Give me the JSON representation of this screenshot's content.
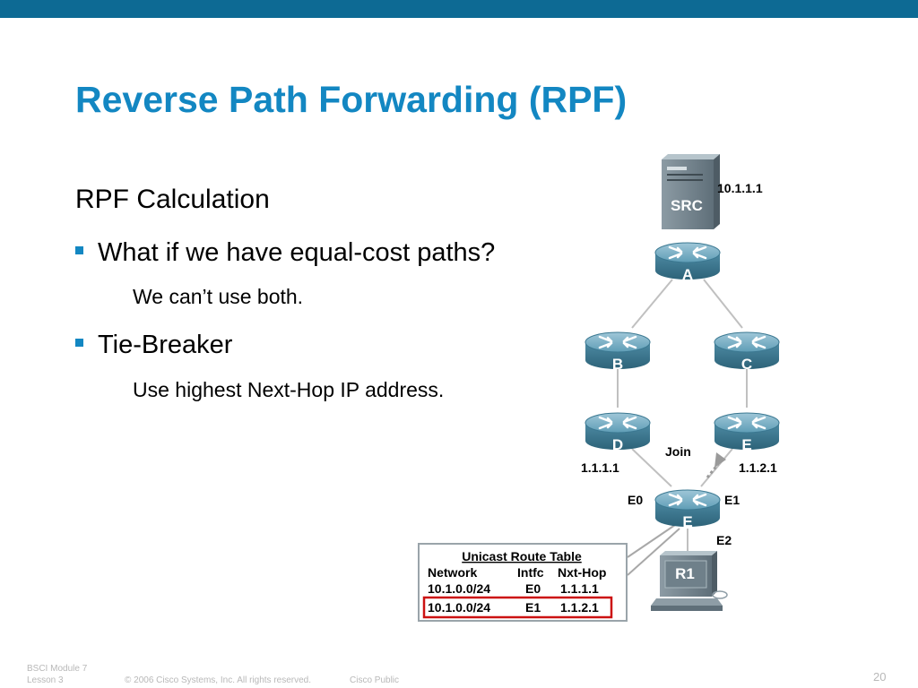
{
  "slide": {
    "title": "Reverse Path Forwarding (RPF)",
    "subheading": "RPF Calculation",
    "bullets": [
      {
        "text": "What if we have equal-cost paths?",
        "sub": "We can’t use both."
      },
      {
        "text": "Tie-Breaker",
        "sub": "Use highest Next-Hop IP address."
      }
    ]
  },
  "diagram": {
    "server": {
      "label": "SRC",
      "ip": "10.1.1.1"
    },
    "routers": {
      "a": "A",
      "b": "B",
      "c": "C",
      "d": "D",
      "e_upper": "E",
      "e_lower": "E"
    },
    "host": {
      "label": "R1"
    },
    "join_label": "Join",
    "ip_left": "1.1.1.1",
    "ip_right": "1.1.2.1",
    "interfaces": {
      "e0": "E0",
      "e1": "E1",
      "e2": "E2"
    },
    "route_table": {
      "title": "Unicast Route Table",
      "headers": [
        "Network",
        "Intfc",
        "Nxt-Hop"
      ],
      "rows": [
        [
          "10.1.0.0/24",
          "E0",
          "1.1.1.1"
        ],
        [
          "10.1.0.0/24",
          "E1",
          "1.1.2.1"
        ]
      ],
      "highlight_color": "#cc1111"
    }
  },
  "footer": {
    "module": "BSCI Module 7",
    "lesson": "Lesson 3",
    "copyright": "© 2006 Cisco Systems, Inc. All rights reserved.",
    "classification": "Cisco Public",
    "page_number": "20"
  },
  "colors": {
    "accent": "#1387c2",
    "top_bar": "#0d6a94",
    "router": "#3f7d96"
  }
}
